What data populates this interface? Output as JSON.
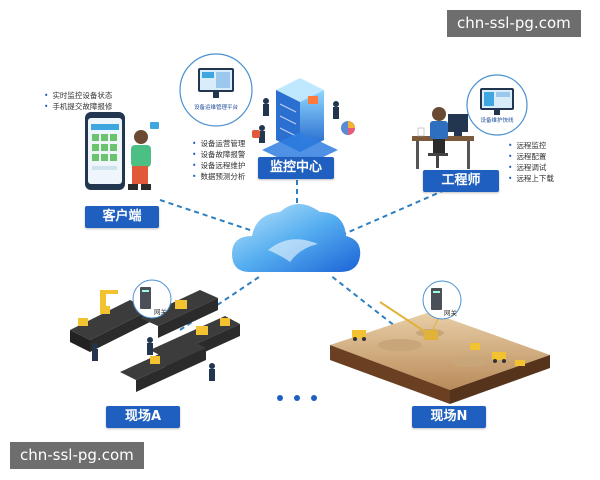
{
  "watermarks": {
    "top": "chn-ssl-pg.com",
    "bottom": "chn-ssl-pg.com"
  },
  "nodes": {
    "client": {
      "label": "客户端",
      "bullets": [
        "实时监控设备状态",
        "手机提交故障报修"
      ]
    },
    "center": {
      "label": "监控中心",
      "bubble": "设备运维管理平台",
      "bullets": [
        "设备运营管理",
        "设备故障报警",
        "设备远程维护",
        "数据预测分析"
      ]
    },
    "engineer": {
      "label": "工程师",
      "bubble": "设备维护快线",
      "bullets": [
        "远程监控",
        "远程配置",
        "远程调试",
        "远程上下载"
      ]
    },
    "site_a": {
      "label": "现场A",
      "gateway": "网关"
    },
    "site_n": {
      "label": "现场N",
      "gateway": "网关"
    }
  },
  "colors": {
    "tag_blue": "#1f5fbf",
    "cloud_light": "#8fd0f5",
    "cloud_dark": "#1f6fd9",
    "dash": "#2d7fc1"
  }
}
